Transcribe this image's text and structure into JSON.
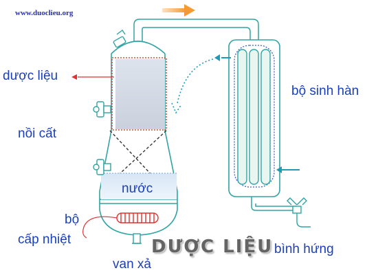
{
  "watermark": {
    "site": "www.duoclieu.org",
    "logo": "DƯỢC LIỆU"
  },
  "labels": {
    "herb": "dược liệu",
    "still_pot": "nồi cất",
    "water": "nước",
    "condenser": "bộ sinh hàn",
    "heater_line1": "bộ",
    "heater_line2": "cấp nhiệt",
    "drain_valve": "van xả",
    "receiver": "bình hứng"
  },
  "colors": {
    "label_text": "#1a3fb8",
    "vessel_line": "#2fa3a3",
    "flow_arrow": "#1f9ab5",
    "heating_coil": "#e03030",
    "flow_top_arrow": "#f39a35"
  }
}
